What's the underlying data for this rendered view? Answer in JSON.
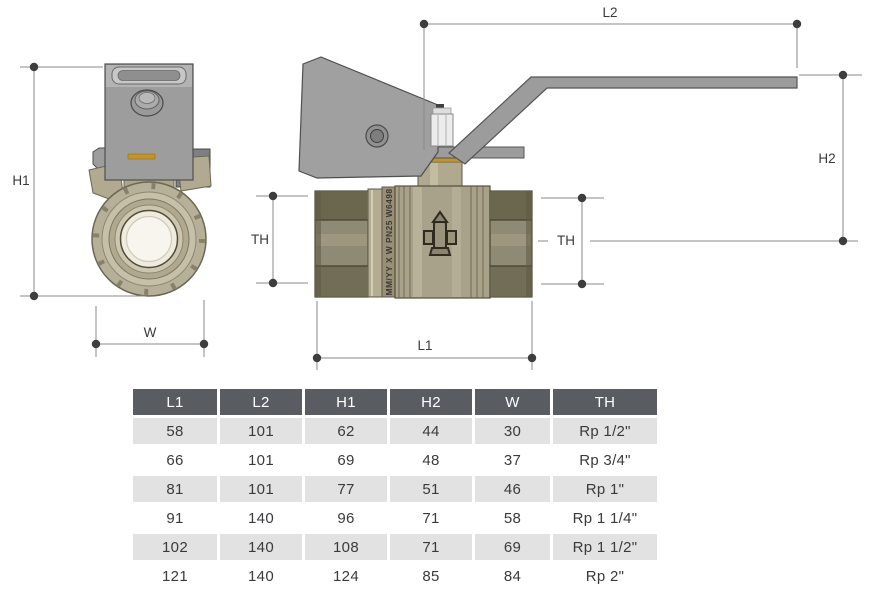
{
  "drawing": {
    "title": "ball-valve-dimension-drawing",
    "labels": {
      "h1": "H1",
      "w": "W",
      "th": "TH",
      "l1": "L1",
      "l2": "L2",
      "h2": "H2"
    },
    "body_marking": "MM/YY X W PN25 W6498",
    "colors": {
      "dimension_line": "#8a8a8a",
      "dimension_dot": "#3d3d3d",
      "handle_gray": "#9c9c9c",
      "brass": "#aba489",
      "brass_dark": "#6b6753",
      "washer_gold": "#c2952c"
    }
  },
  "table": {
    "columns": [
      "L1",
      "L2",
      "H1",
      "H2",
      "W",
      "TH"
    ],
    "rows": [
      [
        "58",
        "101",
        "62",
        "44",
        "30",
        "Rp 1/2\""
      ],
      [
        "66",
        "101",
        "69",
        "48",
        "37",
        "Rp 3/4\""
      ],
      [
        "81",
        "101",
        "77",
        "51",
        "46",
        "Rp 1\""
      ],
      [
        "91",
        "140",
        "96",
        "71",
        "58",
        "Rp 1 1/4\""
      ],
      [
        "102",
        "140",
        "108",
        "71",
        "69",
        "Rp 1 1/2\""
      ],
      [
        "121",
        "140",
        "124",
        "85",
        "84",
        "Rp 2\""
      ]
    ],
    "header_bg": "#595d62",
    "row_alt_bg": "#e2e2e2"
  }
}
